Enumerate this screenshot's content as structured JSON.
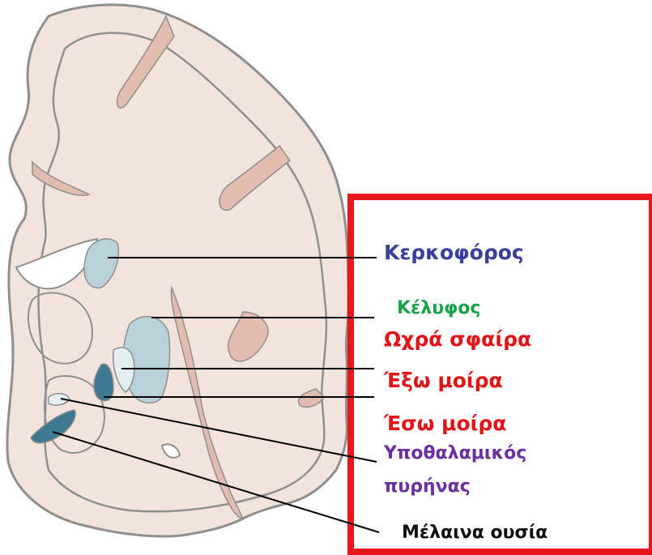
{
  "colors": {
    "brain_fill": "#f2e4dc",
    "brain_outline": "#8f8f8f",
    "sulcus_fill": "#e3bcb0",
    "nucleus_fill": "#b9d2da",
    "nucleus_dark": "#3d7a92",
    "nucleus_light": "#e4eff2",
    "frame": "#e8171b",
    "caudate_text": "#3a3f9c",
    "putamen_text": "#1aa24a",
    "globus_text": "#e0151a",
    "subthalamic_text": "#6a2fa0",
    "nigra_text": "#111111"
  },
  "labels": {
    "caudate": "Κερκοφόρος",
    "putamen": "Κέλυφος",
    "globus_pallidus": "Ωχρά σφαίρα",
    "external_segment": "Έξω μοίρα",
    "internal_segment": "Έσω μοίρα",
    "subthalamic_line1": "Υποθαλαμικός",
    "subthalamic_line2": "πυρήνας",
    "substantia_nigra": "Μέλαινα ουσία"
  }
}
